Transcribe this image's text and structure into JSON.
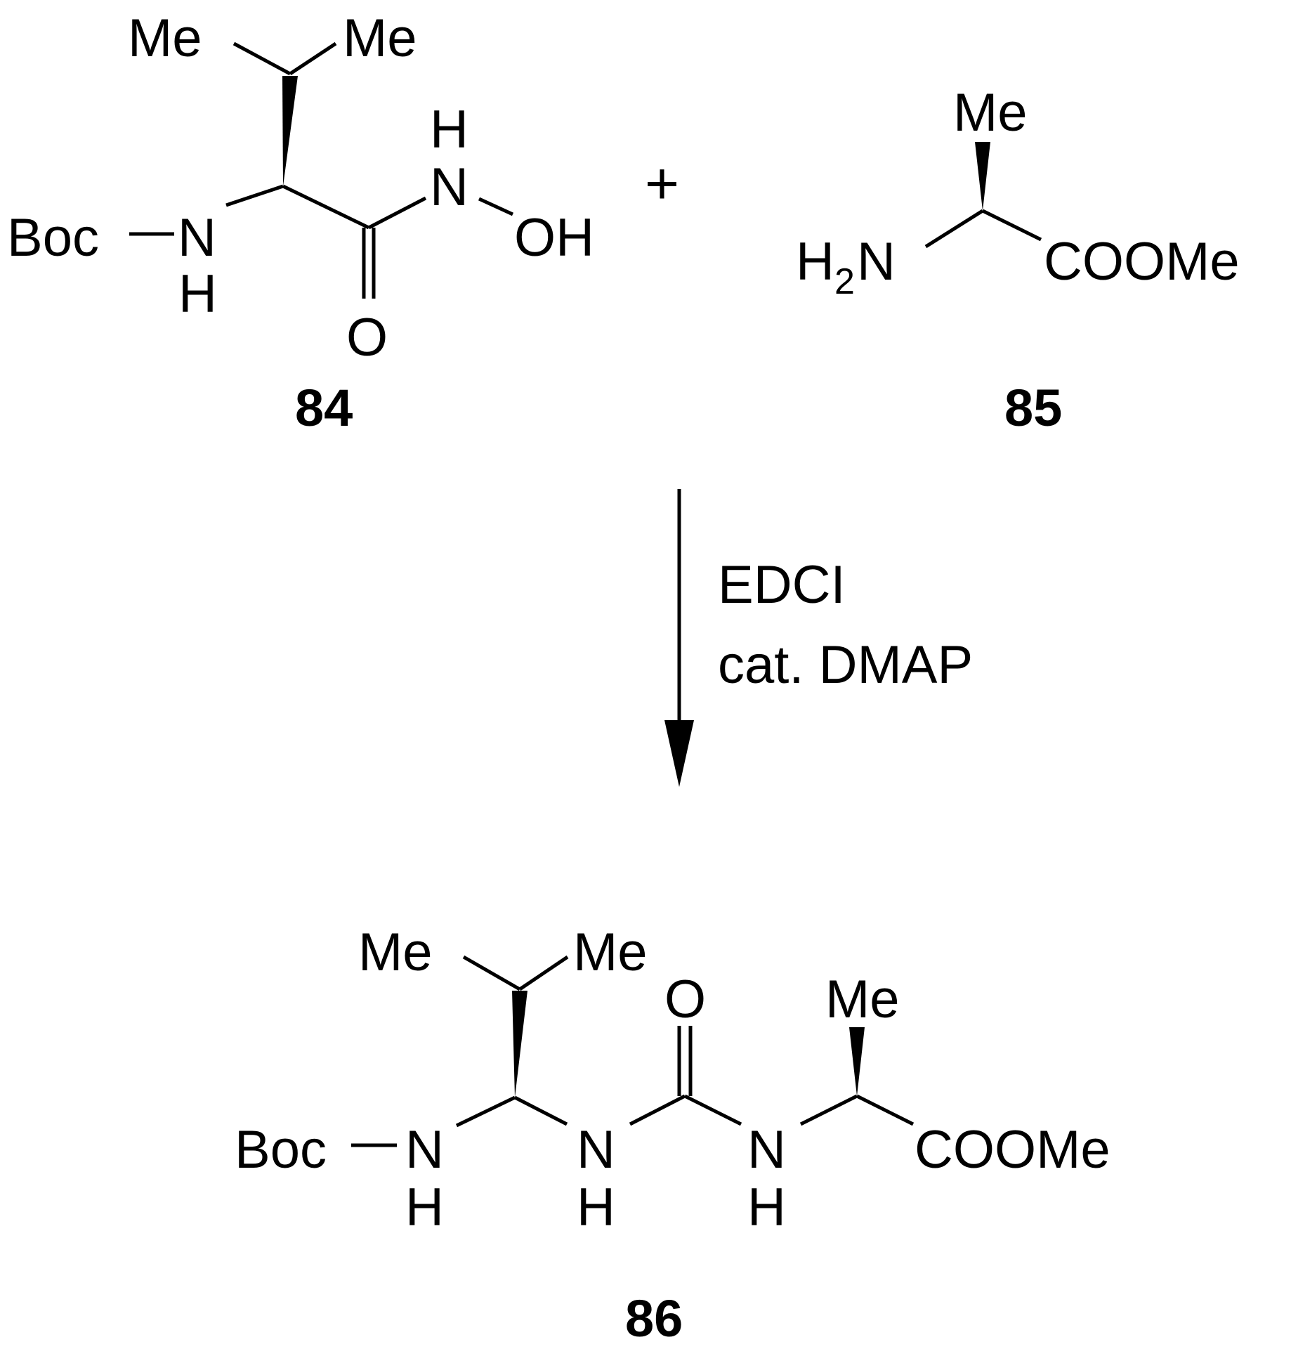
{
  "labels": {
    "me": "Me",
    "boc": "Boc",
    "n": "N",
    "h": "H",
    "o": "O",
    "oh": "OH",
    "h2n_h": "H",
    "h2n_sub": "2",
    "h2n_n": "N",
    "coome": "COOMe"
  },
  "operator": {
    "plus": "+"
  },
  "compounds": {
    "c84": "84",
    "c85": "85",
    "c86": "86"
  },
  "conditions": {
    "reagent": "EDCI",
    "catalyst": "cat. DMAP"
  }
}
